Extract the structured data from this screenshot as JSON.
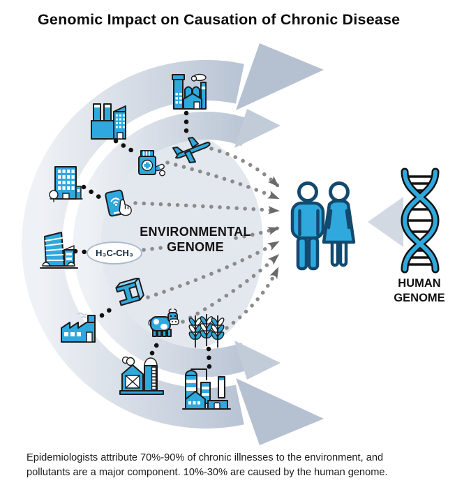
{
  "page": {
    "title": "Genomic Impact on Causation of Chronic Disease",
    "caption_line1": "Epidemiologists attribute 70%-90% of chronic illnesses to the environment, and",
    "caption_line2": "pollutants are a major component. 10%-30% are caused by the human genome."
  },
  "labels": {
    "environmental_line1": "ENVIRONMENTAL",
    "environmental_line2": "GENOME",
    "human_line1": "HUMAN",
    "human_line2": "GENOME",
    "molecule": "H₃C-CH₃"
  },
  "icons": [
    "industrial-plant-icon",
    "factory-icon",
    "airplane-icon",
    "medicine-pills-icon",
    "office-building-icon",
    "smartphone-touch-icon",
    "office-tower-icon",
    "ethane-molecule-label",
    "steel-beam-icon",
    "sawtooth-factory-icon",
    "cow-icon",
    "barn-silo-icon",
    "wheat-icon",
    "chemical-plant-icon",
    "people-icon",
    "dna-helix-icon"
  ],
  "colors": {
    "icon_blue": "#2fa9dd",
    "icon_blue_light": "#8ed3f0",
    "outline_dark": "#1c1c1c",
    "people_outline": "#14496e",
    "arc_dark": "#b9c4d4",
    "arc_light": "#edf0f5",
    "dot_gray": "#8b8b8b",
    "dot_black": "#111111",
    "arrowhead_gray": "#6a6a6a"
  }
}
